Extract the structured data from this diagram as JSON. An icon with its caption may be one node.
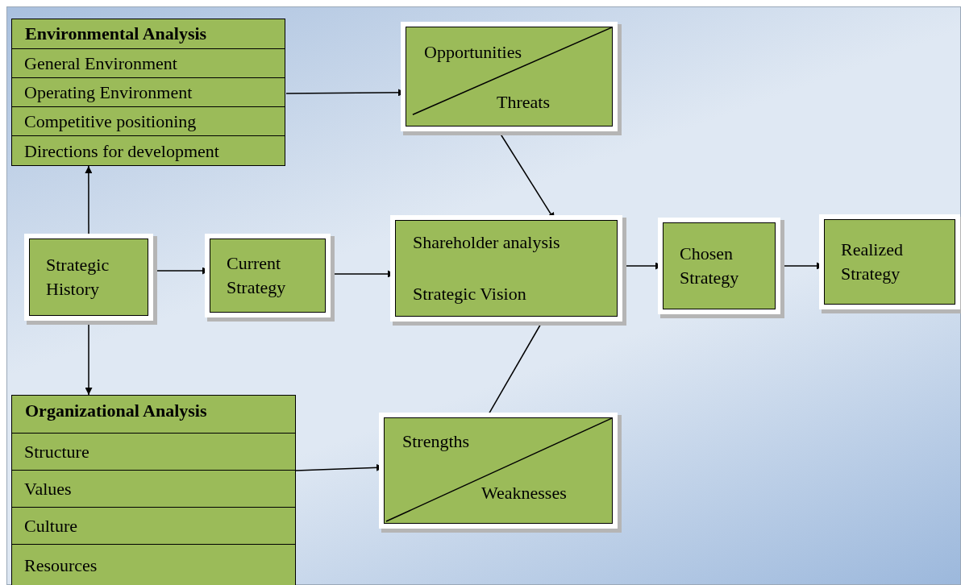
{
  "diagram": {
    "nodes": [
      {
        "text": [
          "Environmental Analysis"
        ]
      },
      {
        "text": [
          "General Environment"
        ],
        "in": 0
      },
      {
        "text": [
          "Operating Environment"
        ],
        "in": 0
      },
      {
        "text": [
          "Competitive positioning"
        ],
        "in": 0
      },
      {
        "text": [
          "Directions for development"
        ],
        "in": 0
      },
      {
        "text": [
          "Opportunities",
          "Threats"
        ]
      },
      {
        "text": [
          "Strategic History"
        ]
      },
      {
        "text": [
          "Current Strategy"
        ]
      },
      {
        "text": [
          "Shareholder analysis",
          "Strategic Vision"
        ]
      },
      {
        "text": [
          "Chosen Strategy"
        ]
      },
      {
        "text": [
          "Realized Strategy"
        ]
      },
      {
        "text": [
          "Organizational Analysis"
        ]
      },
      {
        "text": [
          "Structure"
        ],
        "in": 11
      },
      {
        "text": [
          "Values"
        ],
        "in": 11
      },
      {
        "text": [
          "Culture"
        ],
        "in": 11
      },
      {
        "text": [
          "Resources"
        ],
        "in": 11
      },
      {
        "text": [
          "Strengths",
          "Weaknesses"
        ]
      }
    ],
    "edges": [
      {
        "from": 6,
        "to": 0,
        "arrow": "to"
      },
      {
        "from": 6,
        "to": 11,
        "arrow": "to"
      },
      {
        "from": 6,
        "to": 7,
        "arrow": "to"
      },
      {
        "from": 7,
        "to": 8,
        "arrow": "to"
      },
      {
        "from": 2,
        "to": 5,
        "arrow": "to"
      },
      {
        "from": 5,
        "to": 8,
        "arrow": "to"
      },
      {
        "from": 16,
        "to": 8,
        "arrow": "to"
      },
      {
        "from": 8,
        "to": 9,
        "arrow": "to"
      },
      {
        "from": 9,
        "to": 10,
        "arrow": "to"
      },
      {
        "from": 11,
        "to": 16,
        "arrow": "to"
      }
    ]
  }
}
